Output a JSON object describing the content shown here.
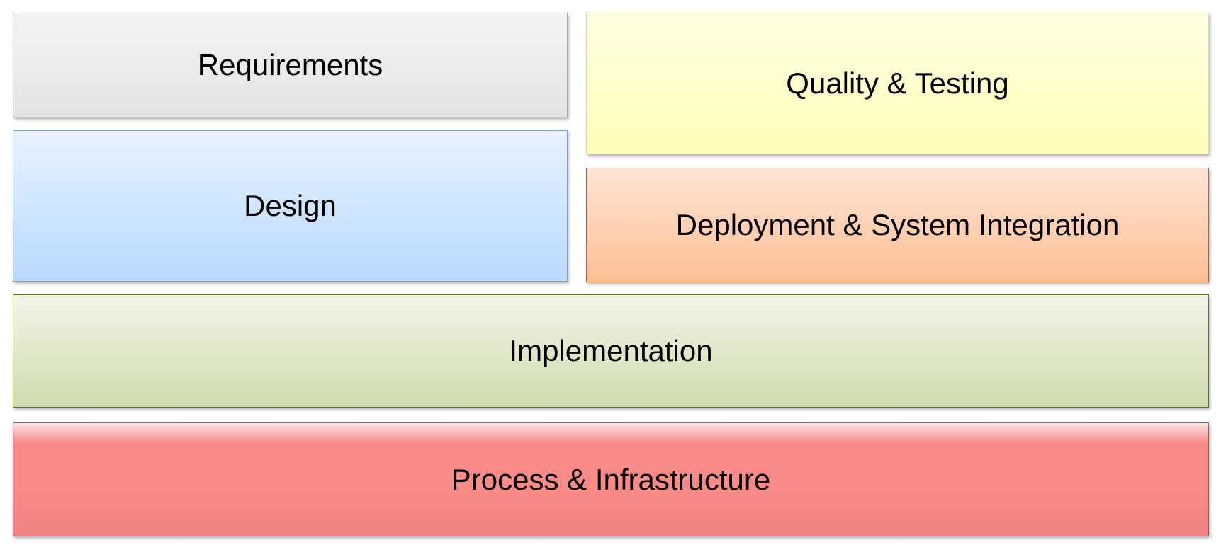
{
  "diagram": {
    "blocks": [
      {
        "id": "requirements",
        "label": "Requirements"
      },
      {
        "id": "design",
        "label": "Design"
      },
      {
        "id": "quality",
        "label": "Quality & Testing"
      },
      {
        "id": "deployment",
        "label": "Deployment & System Integration"
      },
      {
        "id": "implementation",
        "label": "Implementation"
      },
      {
        "id": "process",
        "label": "Process & Infrastructure"
      }
    ]
  },
  "colors": {
    "requirements": "#e8e8e8",
    "design": "#c8e0ff",
    "quality": "#ffffc8",
    "deployment": "#ffc8a8",
    "implementation": "#dce6c4",
    "process": "#f88a88"
  }
}
